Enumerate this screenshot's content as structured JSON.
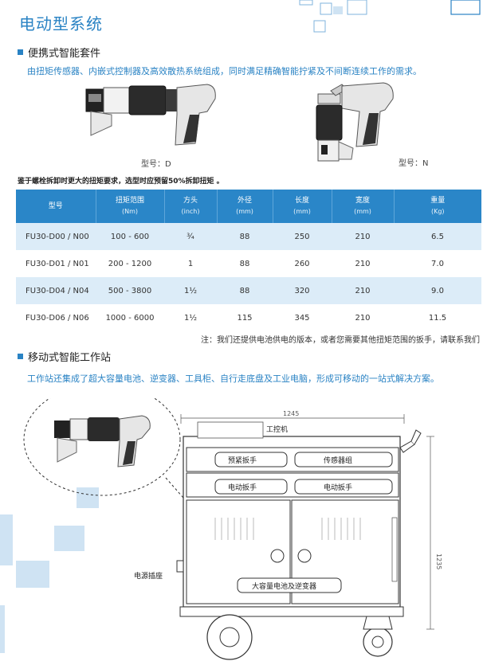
{
  "page_title": "电动型系统",
  "section1": {
    "heading": "便携式智能套件",
    "description": "由扭矩传感器、内嵌式控制器及高效散热系统组成，同时满足精确智能拧紧及不间断连续工作的需求。",
    "model_d_label": "型号：D",
    "model_n_label": "型号：N",
    "note": "鉴于螺栓拆卸时更大的扭矩要求，选型时应预留50%拆卸扭矩 。"
  },
  "table": {
    "headers": [
      {
        "name": "型号",
        "unit": ""
      },
      {
        "name": "扭矩范围",
        "unit": "(Nm)"
      },
      {
        "name": "方头",
        "unit": "(inch)"
      },
      {
        "name": "外径",
        "unit": "(mm)"
      },
      {
        "name": "长度",
        "unit": "(mm)"
      },
      {
        "name": "宽度",
        "unit": "(mm)"
      },
      {
        "name": "重量",
        "unit": "(Kg)"
      }
    ],
    "rows": [
      [
        "FU30-D00 / N00",
        "100 - 600",
        "¾",
        "88",
        "250",
        "210",
        "6.5"
      ],
      [
        "FU30-D01 / N01",
        "200 - 1200",
        "1",
        "88",
        "260",
        "210",
        "7.0"
      ],
      [
        "FU30-D04 / N04",
        "500 - 3800",
        "1½",
        "88",
        "320",
        "210",
        "9.0"
      ],
      [
        "FU30-D06 / N06",
        "1000 - 6000",
        "1½",
        "115",
        "345",
        "210",
        "11.5"
      ]
    ],
    "footnote": "注：我们还提供电池供电的版本，或者您需要其他扭矩范围的扳手，请联系我们"
  },
  "section2": {
    "heading": "移动式智能工作站",
    "description": "工作站还集成了超大容量电池、逆变器、工具柜、自行走底盘及工业电脑，形成可移动的一站式解决方案。",
    "dim_width": "1245",
    "dim_height": "1235",
    "label_ipc": "工控机",
    "btn_preset_wrench": "预紧扳手",
    "btn_sensor_group": "传感器组",
    "btn_electric_wrench_1": "电动扳手",
    "btn_electric_wrench_2": "电动扳手",
    "label_power_socket": "电源插座",
    "label_battery_inverter": "大容量电池及逆变器"
  },
  "colors": {
    "accent": "#2a83c4",
    "table_header": "#2a86c8",
    "row_stripe": "#dcecf8",
    "deco_light": "#cfe3f3"
  }
}
